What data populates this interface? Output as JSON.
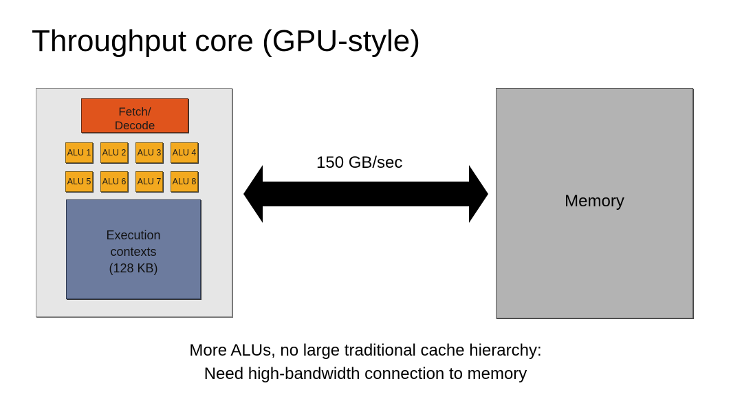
{
  "title": "Throughput core (GPU-style)",
  "core": {
    "fetch_decode": [
      "Fetch/",
      "Decode"
    ],
    "alus": [
      "ALU 1",
      "ALU 2",
      "ALU 3",
      "ALU 4",
      "ALU 5",
      "ALU 6",
      "ALU 7",
      "ALU 8"
    ],
    "execution": [
      "Execution",
      "contexts",
      "(128 KB)"
    ]
  },
  "link": {
    "bandwidth": "150 GB/sec"
  },
  "memory": {
    "label": "Memory"
  },
  "caption": [
    "More ALUs, no large traditional cache hierarchy:",
    "Need high-bandwidth connection to memory"
  ],
  "colors": {
    "core_bg": "#e6e6e6",
    "fetch_decode": "#e0541c",
    "alu": "#f3a91f",
    "execution": "#6c7b9e",
    "memory": "#b3b3b3",
    "arrow": "#000000"
  }
}
